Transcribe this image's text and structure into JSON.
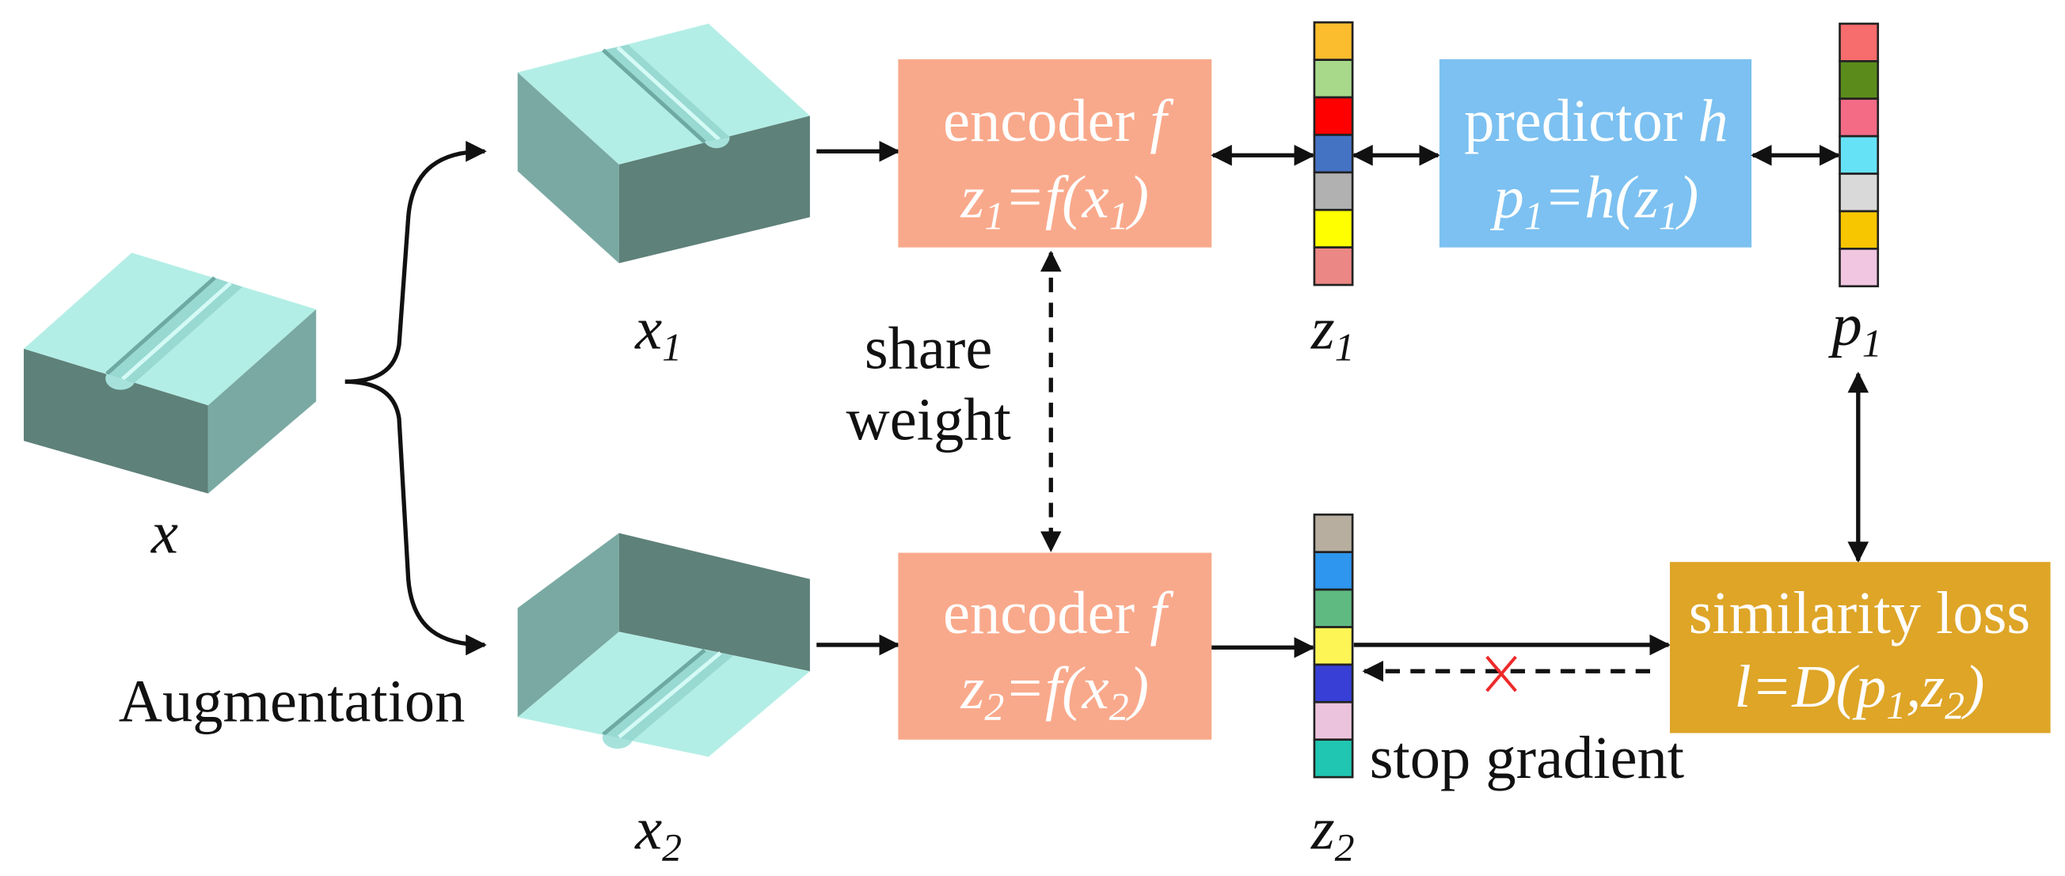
{
  "inputs": {
    "x": {
      "label": "x"
    },
    "x1": {
      "label": [
        "x",
        "1"
      ]
    },
    "x2": {
      "label": [
        "x",
        "2"
      ]
    }
  },
  "augmentation_label": "Augmentation",
  "share_weight_label": [
    "share",
    "weight"
  ],
  "encoder_top": {
    "name": "encoder",
    "var": "f",
    "formula": [
      "z",
      "1",
      "=f(x",
      "1",
      ")"
    ]
  },
  "encoder_bottom": {
    "name": "encoder",
    "var": "f",
    "formula": [
      "z",
      "2",
      "=f(x",
      "2",
      ")"
    ]
  },
  "predictor": {
    "name": "predictor",
    "var": "h",
    "formula": [
      "p",
      "1",
      "=h(z",
      "1",
      ")"
    ]
  },
  "similarity_loss": {
    "name": "similarity loss",
    "formula": [
      "l=D(p",
      "1",
      ",z",
      "2",
      ")"
    ]
  },
  "vectors": {
    "z1": {
      "label": [
        "z",
        "1"
      ],
      "cells": [
        "#fbbd2d",
        "#a8d98a",
        "#ff0000",
        "#4573c4",
        "#b1b1b1",
        "#ffff00",
        "#eb8885"
      ]
    },
    "p1": {
      "label": [
        "p",
        "1"
      ],
      "cells": [
        "#f76c6c",
        "#5b8c1b",
        "#f46b86",
        "#66e2f7",
        "#d9d9d9",
        "#f8c600",
        "#f0c6e0"
      ]
    },
    "z2": {
      "label": [
        "z",
        "2"
      ],
      "cells": [
        "#b7ae9f",
        "#2e96ee",
        "#5fba82",
        "#fdf556",
        "#373fd6",
        "#ecc3dd",
        "#20c6b1"
      ]
    }
  },
  "stop_gradient_label": "stop gradient",
  "colors": {
    "encoder": "#f9a98b",
    "predictor": "#7cc1f1",
    "similarity_loss": "#dea527",
    "stop_gradient_cross": "#ee2a2a"
  }
}
